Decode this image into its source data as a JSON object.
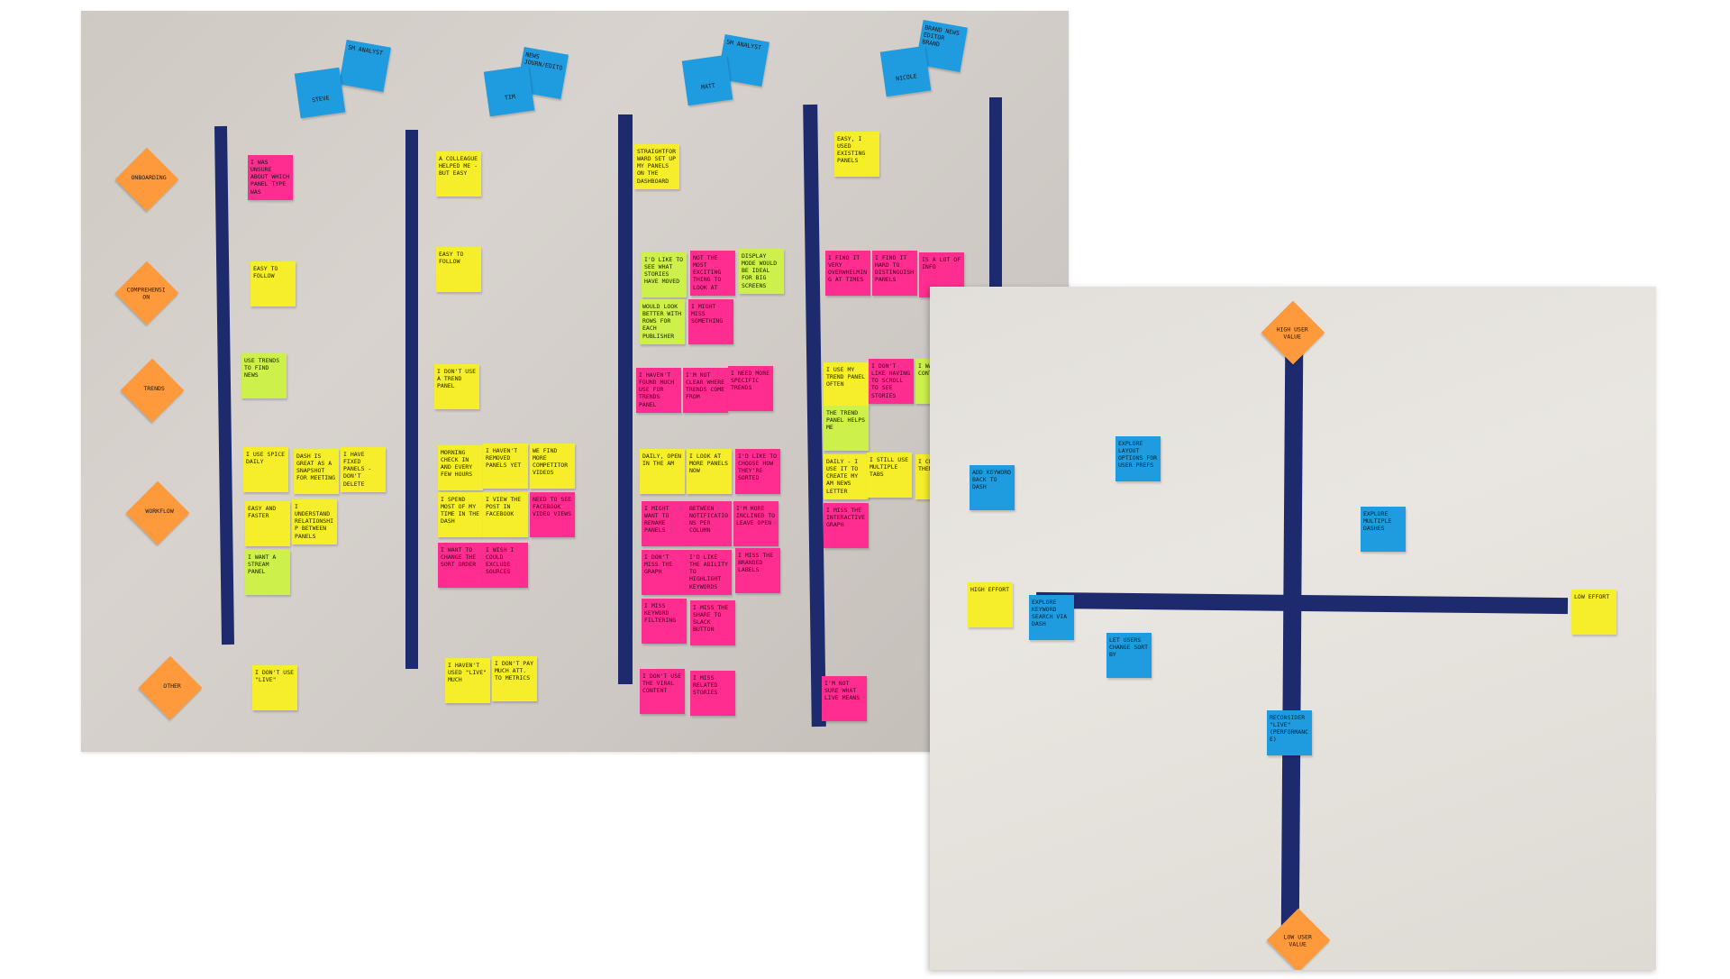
{
  "persona_notes": [
    {
      "id": "steve-role",
      "text": "SM ANALYST"
    },
    {
      "id": "steve-name",
      "text": "STEVE"
    },
    {
      "id": "tim-role",
      "text": "NEWS JOURN/EDITOR"
    },
    {
      "id": "tim-name",
      "text": "TIM"
    },
    {
      "id": "matt-role",
      "text": "SM ANALYST"
    },
    {
      "id": "matt-name",
      "text": "MATT"
    },
    {
      "id": "nicole-role",
      "text": "BRAND NEWS EDITOR BRAND"
    },
    {
      "id": "nicole-name",
      "text": "NICOLE"
    }
  ],
  "row_labels": [
    "ONBOARDING",
    "COMPREHENSION",
    "TRENDS",
    "WORKFLOW",
    "OTHER"
  ],
  "steve_notes": {
    "onboarding": "I WAS UNSURE ABOUT WHICH PANEL TYPE WAS",
    "comprehension": "EASY TO FOLLOW",
    "trends": "USE TRENDS TO FIND NEWS",
    "workflow_1": "I USE SPICE DAILY",
    "workflow_2": "DASH IS GREAT AS A SNAPSHOT FOR MEETING",
    "workflow_3": "I HAVE FIXED PANELS - DON'T DELETE",
    "workflow_4": "EASY AND FASTER",
    "workflow_5": "I UNDERSTAND RELATIONSHIP BETWEEN PANELS",
    "workflow_6": "I WANT A STREAM PANEL",
    "other": "I DON'T USE \"LIVE\""
  },
  "tim_notes": {
    "onboarding": "A COLLEAGUE HELPED ME - BUT EASY",
    "comprehension": "EASY TO FOLLOW",
    "trends": "I DON'T USE A TREND PANEL",
    "workflow_1": "MORNING CHECK IN AND EVERY FEW HOURS",
    "workflow_2": "I HAVEN'T REMOVED PANELS YET",
    "workflow_3": "WE FIND MORE COMPETITOR VIDEOS",
    "workflow_4": "I SPEND MOST OF MY TIME IN THE DASH",
    "workflow_5": "I VIEW THE POST IN FACEBOOK",
    "workflow_6": "NEED TO SEE FACEBOOK VIDEO VIEWS",
    "workflow_7": "I WANT TO CHANGE THE SORT ORDER",
    "workflow_8": "I WISH I COULD EXCLUDE SOURCES",
    "other_1": "I HAVEN'T USED \"LIVE\" MUCH",
    "other_2": "I DON'T PAY MUCH ATT. TO METRICS"
  },
  "matt_notes": {
    "onboarding": "STRAIGHTFORWARD SET UP MY PANELS ON THE DASHBOARD",
    "comprehension_1": "I'D LIKE TO SEE WHAT STORIES HAVE MOVED",
    "comprehension_2": "NOT THE MOST EXCITING THING TO LOOK AT",
    "comprehension_3": "DISPLAY MODE WOULD BE IDEAL FOR BIG SCREENS",
    "comprehension_4": "WOULD LOOK BETTER WITH ROWS FOR EACH PUBLISHER",
    "comprehension_5": "I MIGHT MISS SOMETHING",
    "trends_1": "I HAVEN'T FOUND MUCH USE FOR TRENDS PANEL",
    "trends_2": "I'M NOT CLEAR WHERE TRENDS COME FROM",
    "trends_3": "I NEED MORE SPECIFIC TRENDS",
    "workflow_1": "DAILY, OPEN IN THE AM",
    "workflow_2": "I LOOK AT MORE PANELS NOW",
    "workflow_3": "I'D LIKE TO CHOOSE HOW THEY'RE SORTED",
    "workflow_4": "I MIGHT WANT TO RENAME PANELS",
    "workflow_5": "BETWEEN NOTIFICATIONS PER COLUMN",
    "workflow_6": "I'M MORE INCLINED TO LEAVE OPEN",
    "workflow_7": "I DON'T MISS THE GRAPH",
    "workflow_8": "I'D LIKE THE ABILITY TO HIGHLIGHT KEYWORDS",
    "workflow_9": "I MISS THE BRANDED LABELS",
    "workflow_10": "I MISS KEYWORD FILTERING",
    "workflow_11": "I MISS THE SHARE TO SLACK BUTTON",
    "other_1": "I DON'T USE THE VIRAL CONTENT",
    "other_2": "I MISS RELATED STORIES"
  },
  "nicole_notes": {
    "onboarding": "EASY, I USED EXISTING PANELS",
    "comprehension_1": "I FIND IT VERY OVERWHELMING AT TIMES",
    "comprehension_2": "I FIND IT HARD TO DISTINGUISH PANELS",
    "comprehension_3": "IS A LOT OF INFO",
    "trends_1": "I USE MY TREND PANEL OFTEN",
    "trends_2": "I DON'T LIKE HAVING TO SCROLL TO SEE STORIES",
    "trends_3": "I WANT CONTROL",
    "trends_4": "THE TREND PANEL HELPS ME",
    "workflow_1": "DAILY - I USE IT TO CREATE MY AM NEWS LETTER",
    "workflow_2": "I STILL USE MULTIPLE TABS",
    "workflow_3": "I CLEAR THEM",
    "workflow_4": "I MISS THE INTERACTIVE GRAPH",
    "other": "I'M NOT SURE WHAT LIVE MEANS"
  },
  "matrix": {
    "high_user_value": "HIGH USER VALUE",
    "low_user_value": "LOW USER VALUE",
    "high_effort": "HIGH EFFORT",
    "low_effort": "LOW EFFORT",
    "notes": [
      "ADD KEYWORD BACK TO DASH",
      "EXPLORE LAYOUT OPTIONS FOR USER PREFS",
      "EXPLORE MULTIPLE DASHES",
      "EXPLORE KEYWORD SEARCH VIA DASH",
      "LET USERS CHANGE SORT BY",
      "RECONSIDER \"LIVE\" (PERFORMANCE)"
    ]
  },
  "colors": {
    "tape": "#1d2b6e",
    "pink": "#ff2d8f",
    "yellow": "#f6ee2a",
    "green": "#cdf04b",
    "orange": "#ff9a3c",
    "blue": "#1f9be0"
  }
}
